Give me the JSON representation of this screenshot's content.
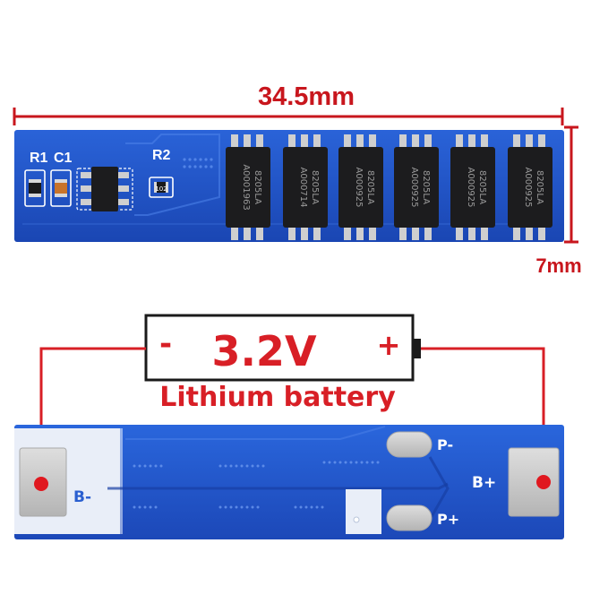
{
  "dimensions": {
    "length": "34.5mm",
    "width": "7mm"
  },
  "top_board": {
    "silkscreen": [
      "R1",
      "C1",
      "R2"
    ],
    "resistor_marking": "102",
    "chips": [
      {
        "line1": "8205LA",
        "line2": "A0001963"
      },
      {
        "line1": "8205LA",
        "line2": "A000714"
      },
      {
        "line1": "8205LA",
        "line2": "A000925"
      },
      {
        "line1": "8205LA",
        "line2": "A000925"
      },
      {
        "line1": "8205LA",
        "line2": "A000925"
      },
      {
        "line1": "8205LA",
        "line2": "A000925"
      }
    ]
  },
  "battery": {
    "minus": "-",
    "voltage": "3.2V",
    "plus": "+",
    "caption": "Lithium battery"
  },
  "bottom_board": {
    "pad_b_minus": "B-",
    "pad_b_plus": "B+",
    "pad_p_minus": "P-",
    "pad_p_plus": "P+"
  },
  "colors": {
    "pcb_blue": "#1f52c7",
    "accent_red": "#d81f26",
    "pad_silver": "#c9c9c9",
    "chip_black": "#1c1c1e"
  }
}
